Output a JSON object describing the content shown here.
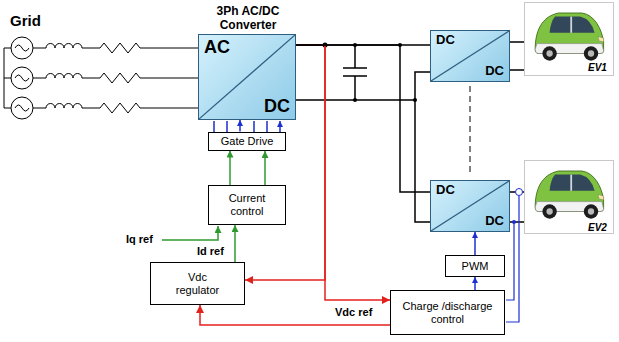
{
  "diagram": {
    "nodes": [
      {
        "text": [
          "3Ph AC/DC Converter",
          "AC",
          "DC"
        ]
      },
      {
        "text": [
          "DC",
          "DC"
        ]
      },
      {
        "text": [
          "Gate Drive"
        ]
      },
      {
        "text": [
          "Current control"
        ]
      },
      {
        "text": [
          "DC",
          "DC"
        ]
      },
      {
        "text": [
          "PWM"
        ]
      },
      {
        "text": [
          "Vdc regulator"
        ]
      },
      {
        "text": [
          "Charge /discharge control"
        ]
      }
    ],
    "edges": [
      {
        "from": 0,
        "to": 1,
        "arrow": "none"
      },
      {
        "from": 0,
        "to": 4,
        "arrow": "none"
      },
      {
        "from": 2,
        "to": 0,
        "arrow": "to"
      },
      {
        "from": 3,
        "to": 2,
        "arrow": "to"
      },
      {
        "from": 6,
        "to": 3,
        "label": "Id ref",
        "arrow": "to"
      },
      {
        "from": 0,
        "to": 6,
        "arrow": "to"
      },
      {
        "from": 0,
        "to": 7,
        "arrow": "to"
      },
      {
        "from": 7,
        "to": 6,
        "label": "Vdc ref",
        "arrow": "to"
      },
      {
        "from": 7,
        "to": 5,
        "arrow": "to"
      },
      {
        "from": 5,
        "to": 4,
        "arrow": "to"
      }
    ],
    "labels": [
      "Grid",
      "Iq ref",
      "EV1",
      "EV2"
    ]
  }
}
